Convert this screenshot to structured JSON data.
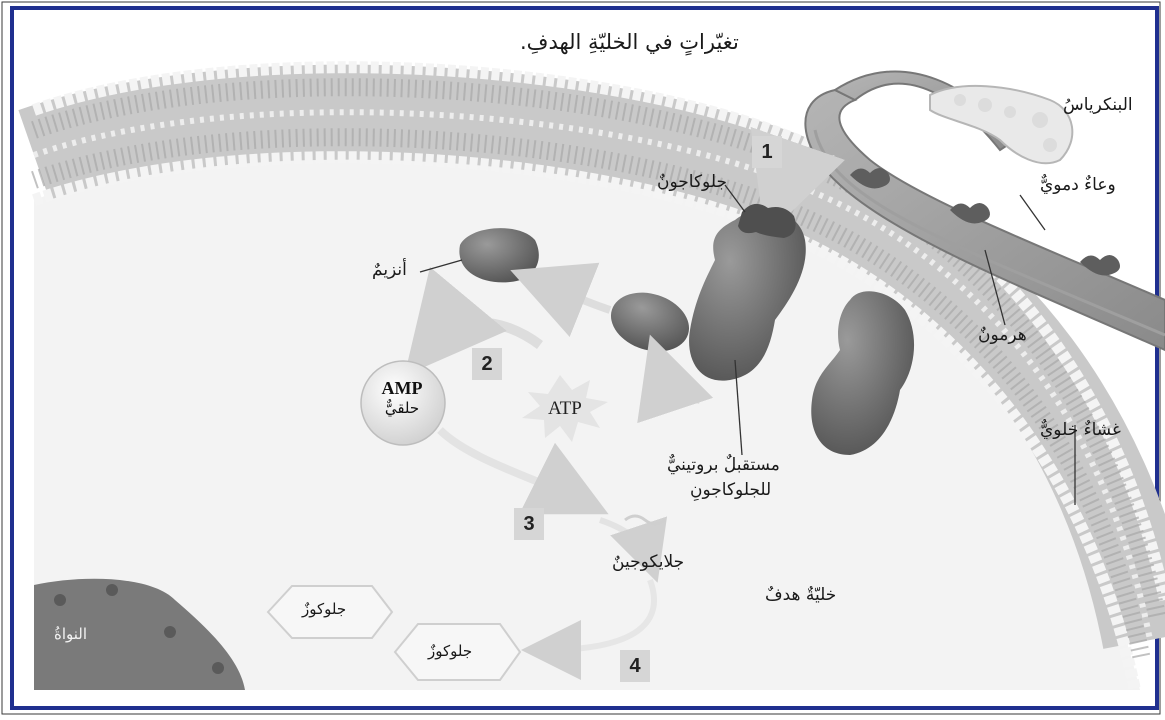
{
  "title": "تغيّراتٍ في الخليّةِ الهدفِ.",
  "labels": {
    "pancreas": "البنكرياسُ",
    "blood_vessel": "وعاءٌ دمويٌّ",
    "hormone": "هرمونٌ",
    "glucagon": "جلوكاجونٌ",
    "enzyme": "أنزيمٌ",
    "receptor_line1": "مستقبلٌ بروتينيٌّ",
    "receptor_line2": "للجلوكاجونِ",
    "cell_membrane": "غشاءٌ خلويٌّ",
    "amp": "AMP",
    "cyclic": "حلقيٌّ",
    "atp": "ATP",
    "glycogen": "جلايكوجينٌ",
    "target_cell": "خليّةٌ هدفٌ",
    "glucose_1": "جلوكوزٌ",
    "glucose_2": "جلوكوزٌ",
    "nucleus": "النواةُ"
  },
  "steps": [
    "1",
    "2",
    "3",
    "4"
  ],
  "colors": {
    "frame_border": "#1f2f8f",
    "membrane": "#c4c4c4",
    "protein": "#6e6e6e",
    "cell_bg": "#f2f2f2"
  }
}
